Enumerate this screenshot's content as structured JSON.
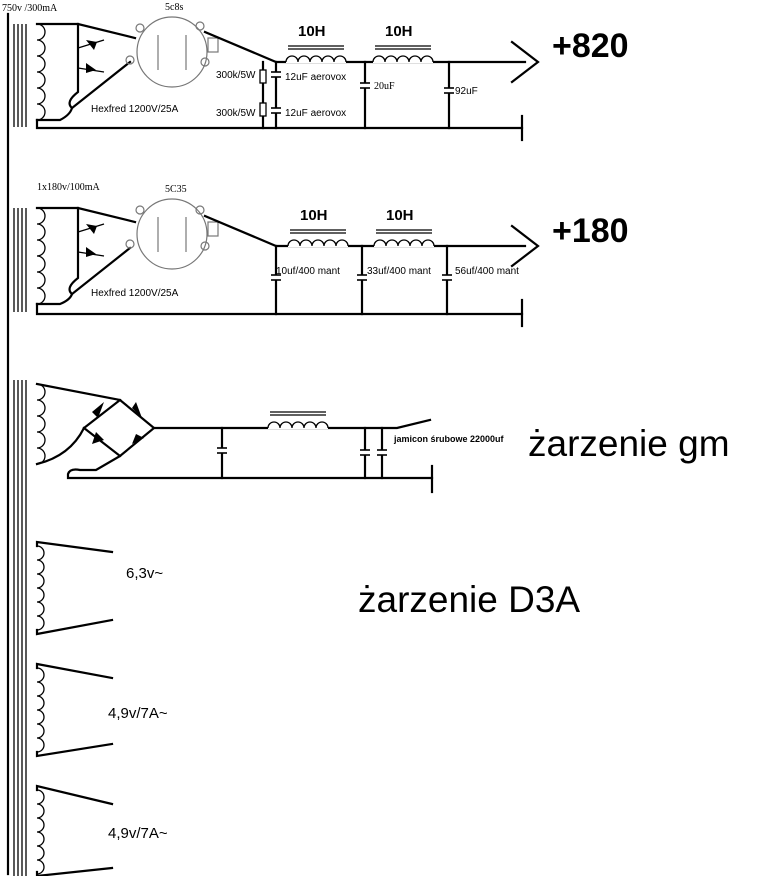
{
  "supply1": {
    "transformer_label": "750v /300mA",
    "tube_label": "5c8s",
    "diode_label": "Hexfred 1200V/25A",
    "resistor_top": "300k/5W",
    "resistor_bottom": "300k/5W",
    "cap_top": "12uF aerovox",
    "cap_bottom": "12uF aerovox",
    "choke1": "10H",
    "choke2": "10H",
    "cap_mid": "20uF",
    "cap_out": "92uF",
    "output": "+820"
  },
  "supply2": {
    "transformer_label": "1x180v/100mA",
    "tube_label": "5C35",
    "diode_label": "Hexfred 1200V/25A",
    "choke1": "10H",
    "choke2": "10H",
    "cap1": "10uf/400 mant",
    "cap2": "33uf/400 mant",
    "cap3": "56uf/400 mant",
    "output": "+180"
  },
  "supply3": {
    "cap_label": "jamicon śrubowe 22000uf",
    "title": "żarzenie gm"
  },
  "heaters": {
    "title": "żarzenie D3A",
    "winding1": "6,3v~",
    "winding2": "4,9v/7A~",
    "winding3": "4,9v/7A~"
  }
}
